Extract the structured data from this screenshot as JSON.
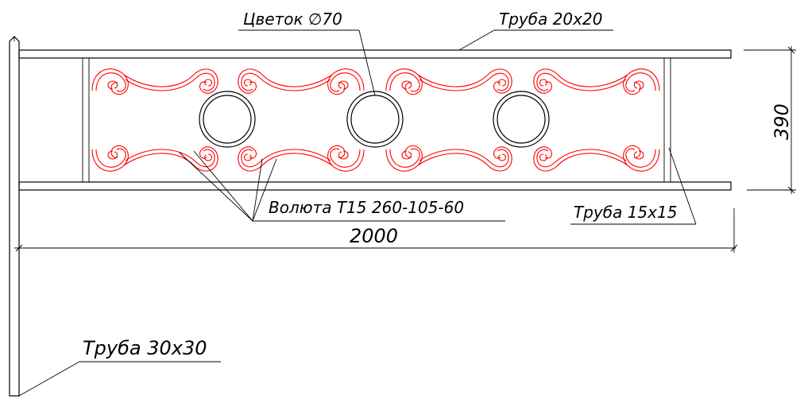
{
  "labels": {
    "flower": "Цветок ∅70",
    "pipe_top": "Труба 20х20",
    "height_dim": "390",
    "volute": "Волюта Т15 260-105-60",
    "pipe_inner": "Труба 15х15",
    "width_dim": "2000",
    "pipe_post": "Труба 30х30"
  },
  "colors": {
    "ornament": "#ff0000",
    "lines": "#000000",
    "background": "#ffffff"
  }
}
